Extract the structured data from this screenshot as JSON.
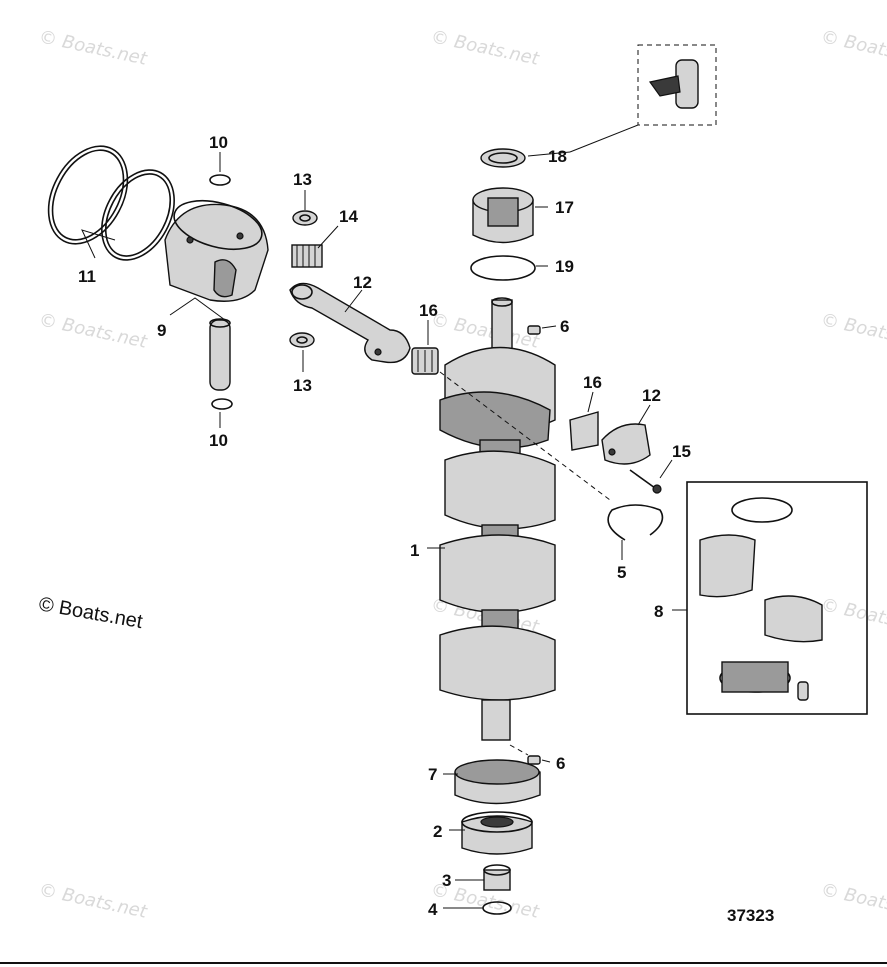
{
  "watermark_text": "© Boats.net",
  "copyright_text": "© Boats.net",
  "figure_number": "37323",
  "callouts": [
    {
      "id": "c1",
      "label": "1"
    },
    {
      "id": "c2",
      "label": "2"
    },
    {
      "id": "c3",
      "label": "3"
    },
    {
      "id": "c4",
      "label": "4"
    },
    {
      "id": "c5",
      "label": "5"
    },
    {
      "id": "c6a",
      "label": "6"
    },
    {
      "id": "c6b",
      "label": "6"
    },
    {
      "id": "c7",
      "label": "7"
    },
    {
      "id": "c8",
      "label": "8"
    },
    {
      "id": "c9",
      "label": "9"
    },
    {
      "id": "c10a",
      "label": "10"
    },
    {
      "id": "c10b",
      "label": "10"
    },
    {
      "id": "c11",
      "label": "11"
    },
    {
      "id": "c12a",
      "label": "12"
    },
    {
      "id": "c12b",
      "label": "12"
    },
    {
      "id": "c13a",
      "label": "13"
    },
    {
      "id": "c13b",
      "label": "13"
    },
    {
      "id": "c14",
      "label": "14"
    },
    {
      "id": "c15",
      "label": "15"
    },
    {
      "id": "c16a",
      "label": "16"
    },
    {
      "id": "c16b",
      "label": "16"
    },
    {
      "id": "c17",
      "label": "17"
    },
    {
      "id": "c18",
      "label": "18"
    },
    {
      "id": "c19",
      "label": "19"
    }
  ]
}
